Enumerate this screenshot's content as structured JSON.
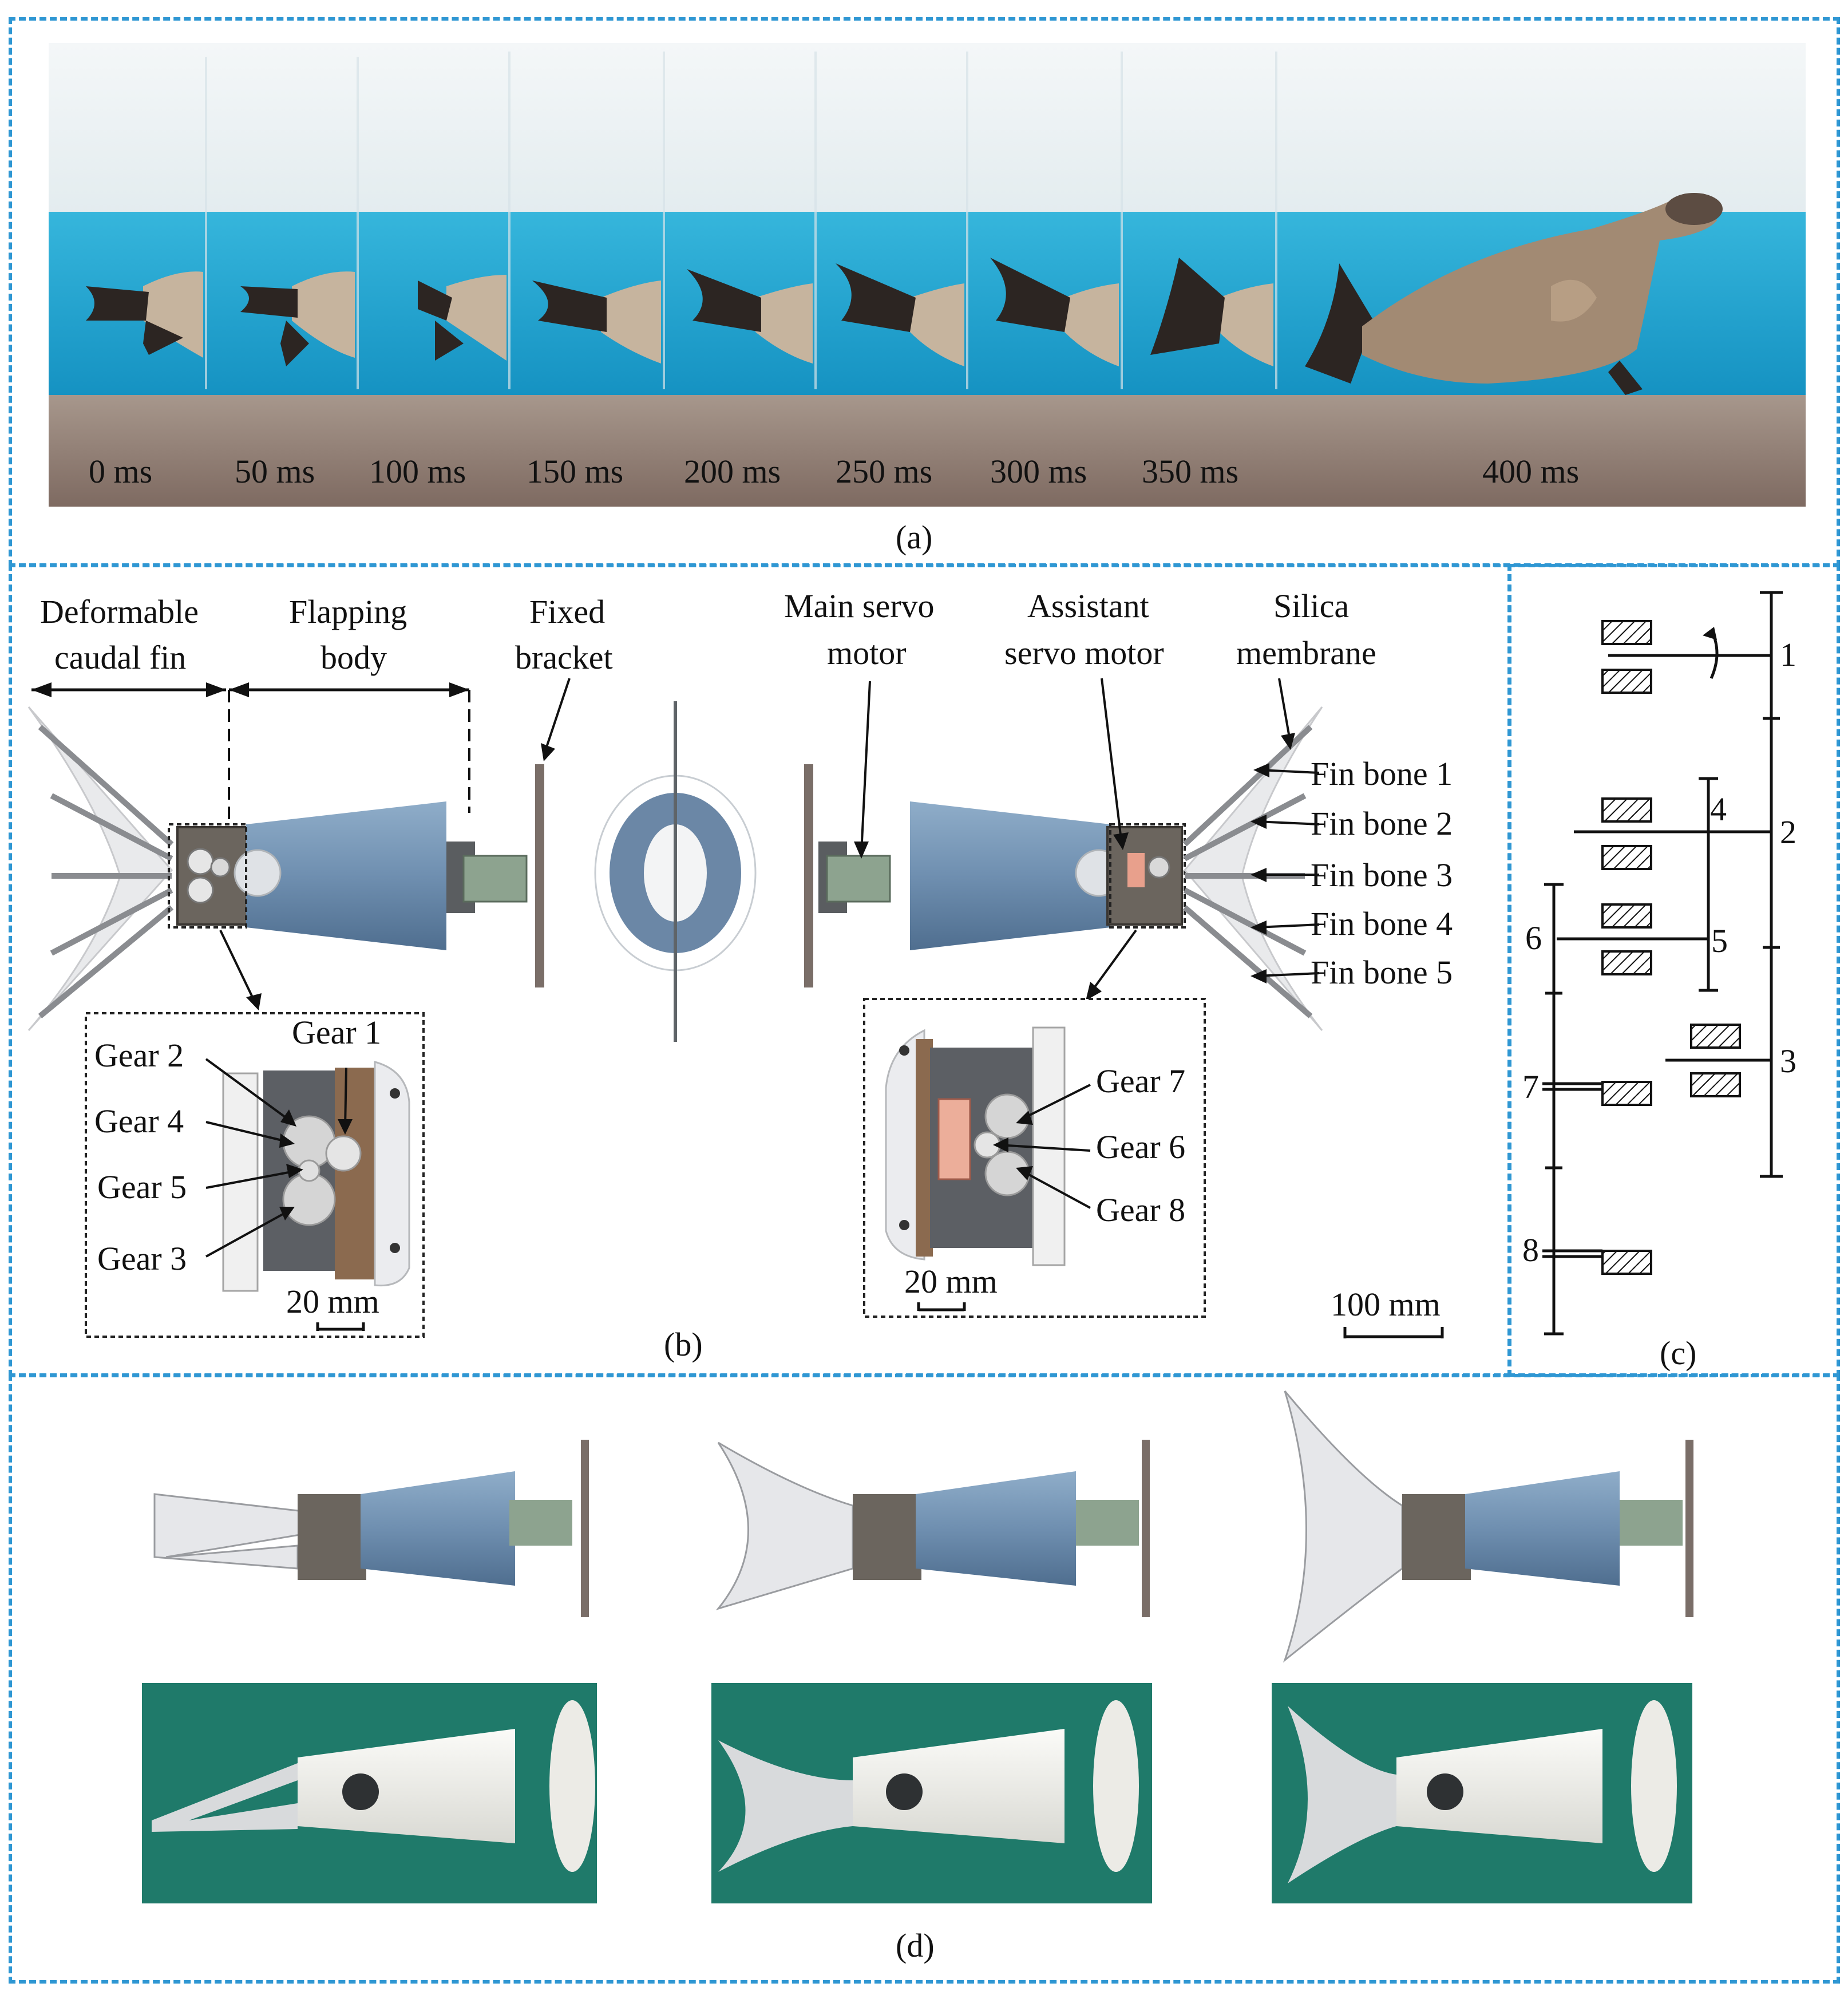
{
  "panel_a": {
    "letter": "(a)",
    "time_labels": [
      "0 ms",
      "50 ms",
      "100 ms",
      "150 ms",
      "200 ms",
      "250 ms",
      "300 ms",
      "350 ms",
      "400 ms"
    ]
  },
  "panel_b": {
    "letter": "(b)",
    "labels": {
      "deformable_caudal_fin": [
        "Deformable",
        "caudal fin"
      ],
      "flapping_body": [
        "Flapping",
        "body"
      ],
      "fixed_bracket": [
        "Fixed",
        "bracket"
      ],
      "main_servo_motor": [
        "Main servo",
        "motor"
      ],
      "assistant_servo_motor": [
        "Assistant",
        "servo motor"
      ],
      "silica_membrane": [
        "Silica",
        "membrane"
      ]
    },
    "fin_bones": [
      "Fin bone 1",
      "Fin bone 2",
      "Fin bone 3",
      "Fin bone 4",
      "Fin bone 5"
    ],
    "left_inset_gears": [
      "Gear 1",
      "Gear 2",
      "Gear 4",
      "Gear 5",
      "Gear 3"
    ],
    "right_inset_gears": [
      "Gear 7",
      "Gear 6",
      "Gear 8"
    ],
    "scale_left": "20 mm",
    "scale_right": "20 mm",
    "scale_main": "100 mm"
  },
  "panel_c": {
    "letter": "(c)",
    "node_numbers": [
      "1",
      "2",
      "3",
      "4",
      "5",
      "6",
      "7",
      "8"
    ]
  },
  "panel_d": {
    "letter": "(d)"
  },
  "colors": {
    "frame": "#2f97d3",
    "water": "#1aa6cf",
    "floor": "#8f7a70",
    "body_blue": "#6f8fb0",
    "robot_bg": "#1f7a6a"
  }
}
